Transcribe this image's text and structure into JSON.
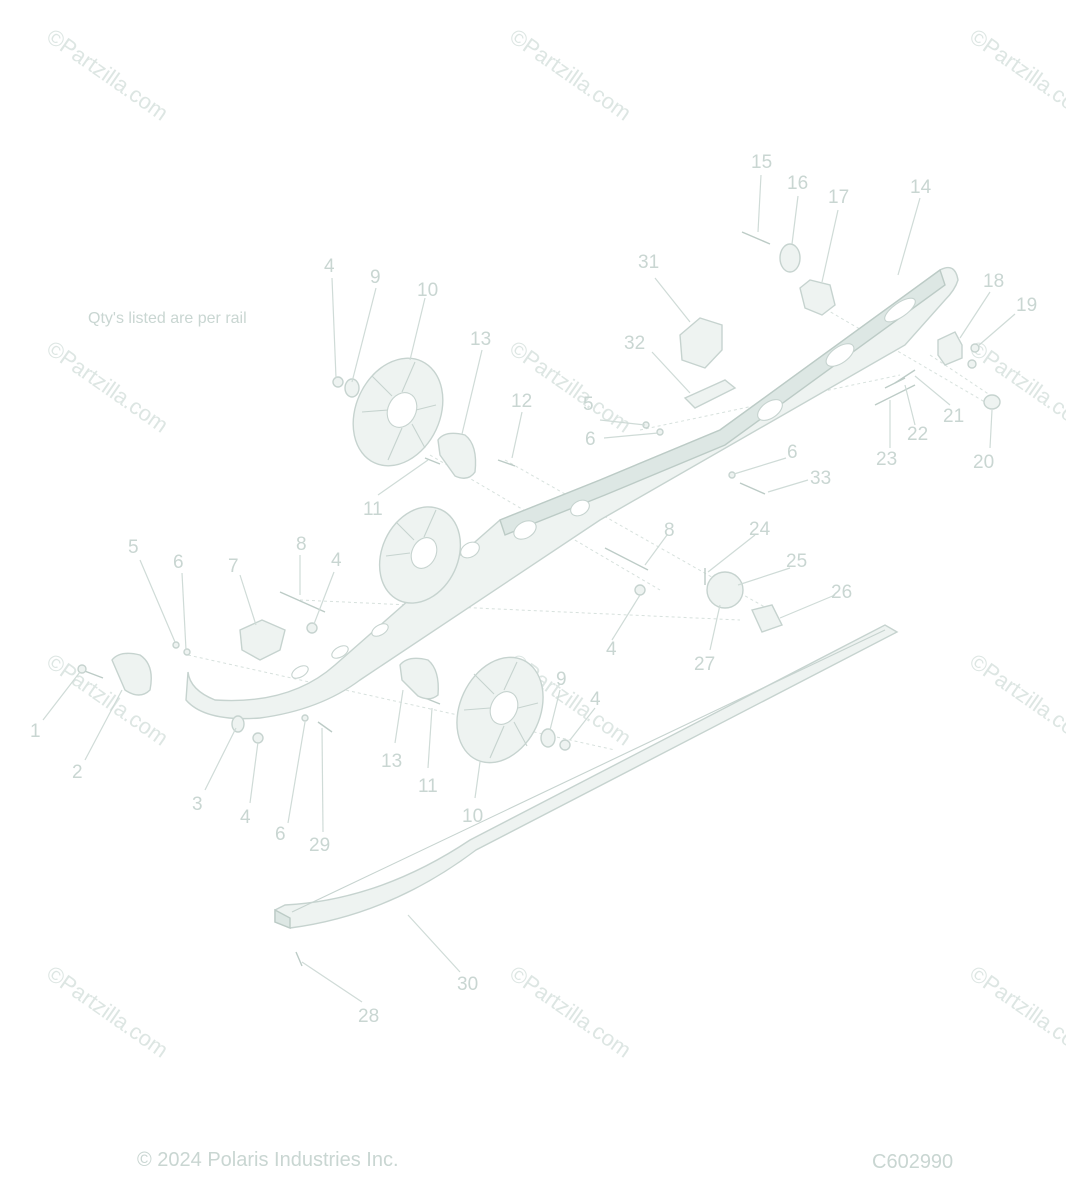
{
  "note": "Qty's listed are per rail",
  "copyright": "© 2024 Polaris Industries Inc.",
  "diagram_code": "C602990",
  "watermark": "©Partzilla.com",
  "callouts": [
    "1",
    "2",
    "3",
    "4",
    "4",
    "4",
    "4",
    "4",
    "5",
    "5",
    "6",
    "6",
    "6",
    "6",
    "7",
    "8",
    "8",
    "9",
    "9",
    "10",
    "10",
    "11",
    "11",
    "12",
    "13",
    "13",
    "14",
    "15",
    "16",
    "17",
    "18",
    "19",
    "20",
    "21",
    "22",
    "23",
    "24",
    "25",
    "26",
    "27",
    "28",
    "29",
    "30",
    "31",
    "32",
    "33"
  ]
}
